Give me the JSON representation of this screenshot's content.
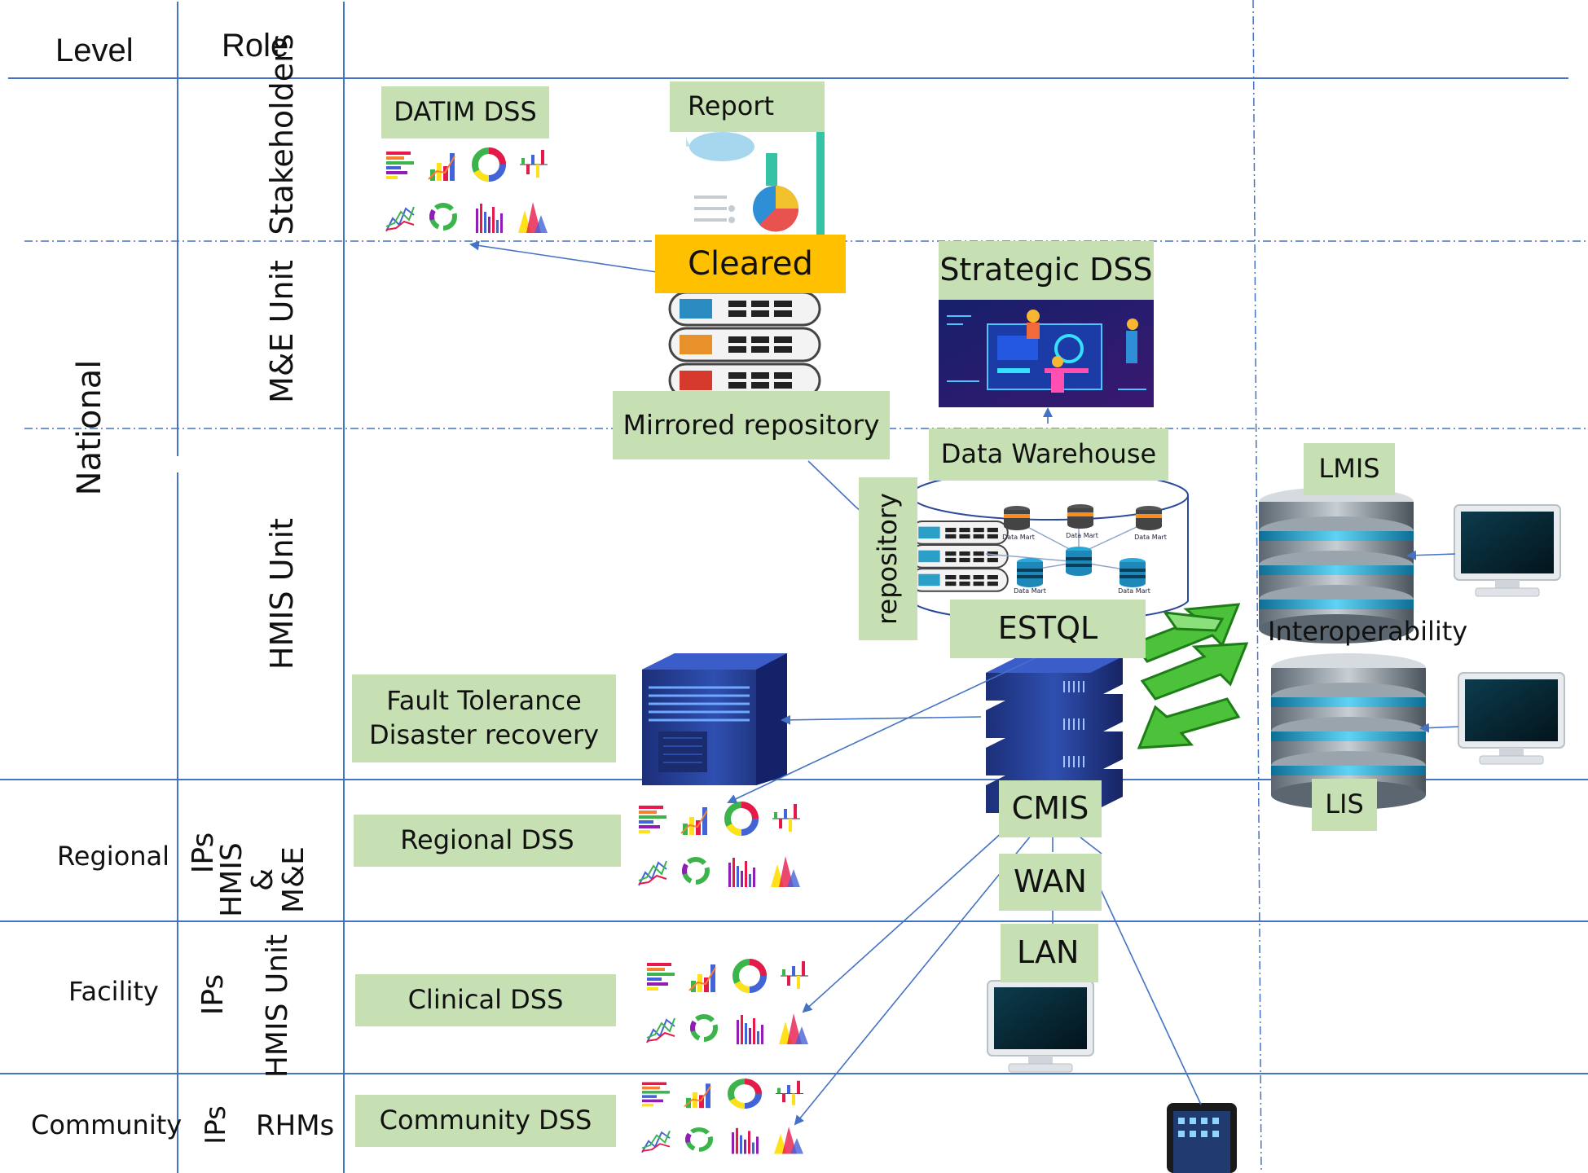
{
  "header": {
    "level": "Level",
    "role": "Role"
  },
  "levels": {
    "national": "National",
    "regional": "Regional",
    "facility": "Facility",
    "community": "Community"
  },
  "roles": {
    "stakeholders": "Stakeholders",
    "me_unit": "M&E Unit",
    "hmis_unit_national": "HMIS Unit",
    "ips_regional": "IPs",
    "hmis_me": "HMIS & M&E",
    "ips_facility": "IPs",
    "hmis_unit_facility": "HMIS Unit",
    "ips_community": "IPs",
    "rhms": "RHMs"
  },
  "boxes": {
    "datim_dss": "DATIM DSS",
    "report": "Report",
    "cleared": "Cleared",
    "strategic_dss": "Strategic DSS",
    "mirrored_repository": "Mirrored repository",
    "data_warehouse": "Data Warehouse",
    "repository": "repository",
    "estql": "ESTQL",
    "fault_tolerance_line1": "Fault Tolerance",
    "fault_tolerance_line2": "Disaster recovery",
    "regional_dss": "Regional DSS",
    "clinical_dss": "Clinical DSS",
    "community_dss": "Community DSS",
    "cmis": "CMIS",
    "wan": "WAN",
    "lan": "LAN",
    "lmis": "LMIS",
    "lis": "LIS",
    "interoperability": "Interoperability"
  },
  "warehouse_small_labels": {
    "data_mart": "Data Mart"
  },
  "colors": {
    "grid_line": "#4472c4",
    "label_box": "#c6e0b4",
    "cleared_box": "#ffc000",
    "server_navy": "#1f3a8a",
    "arrow_green": "#3cb02e",
    "db_blue": "#29a9d8"
  },
  "icons": {
    "dashboard_set": "chart-thumbnails-icon",
    "report": "report-dashboard-icon",
    "database": "database-stack-icon",
    "server": "server-rack-icon",
    "monitor": "desktop-monitor-icon",
    "tablet": "tablet-icon",
    "sync": "sync-arrows-icon",
    "analytics": "analytics-illustration-icon"
  }
}
